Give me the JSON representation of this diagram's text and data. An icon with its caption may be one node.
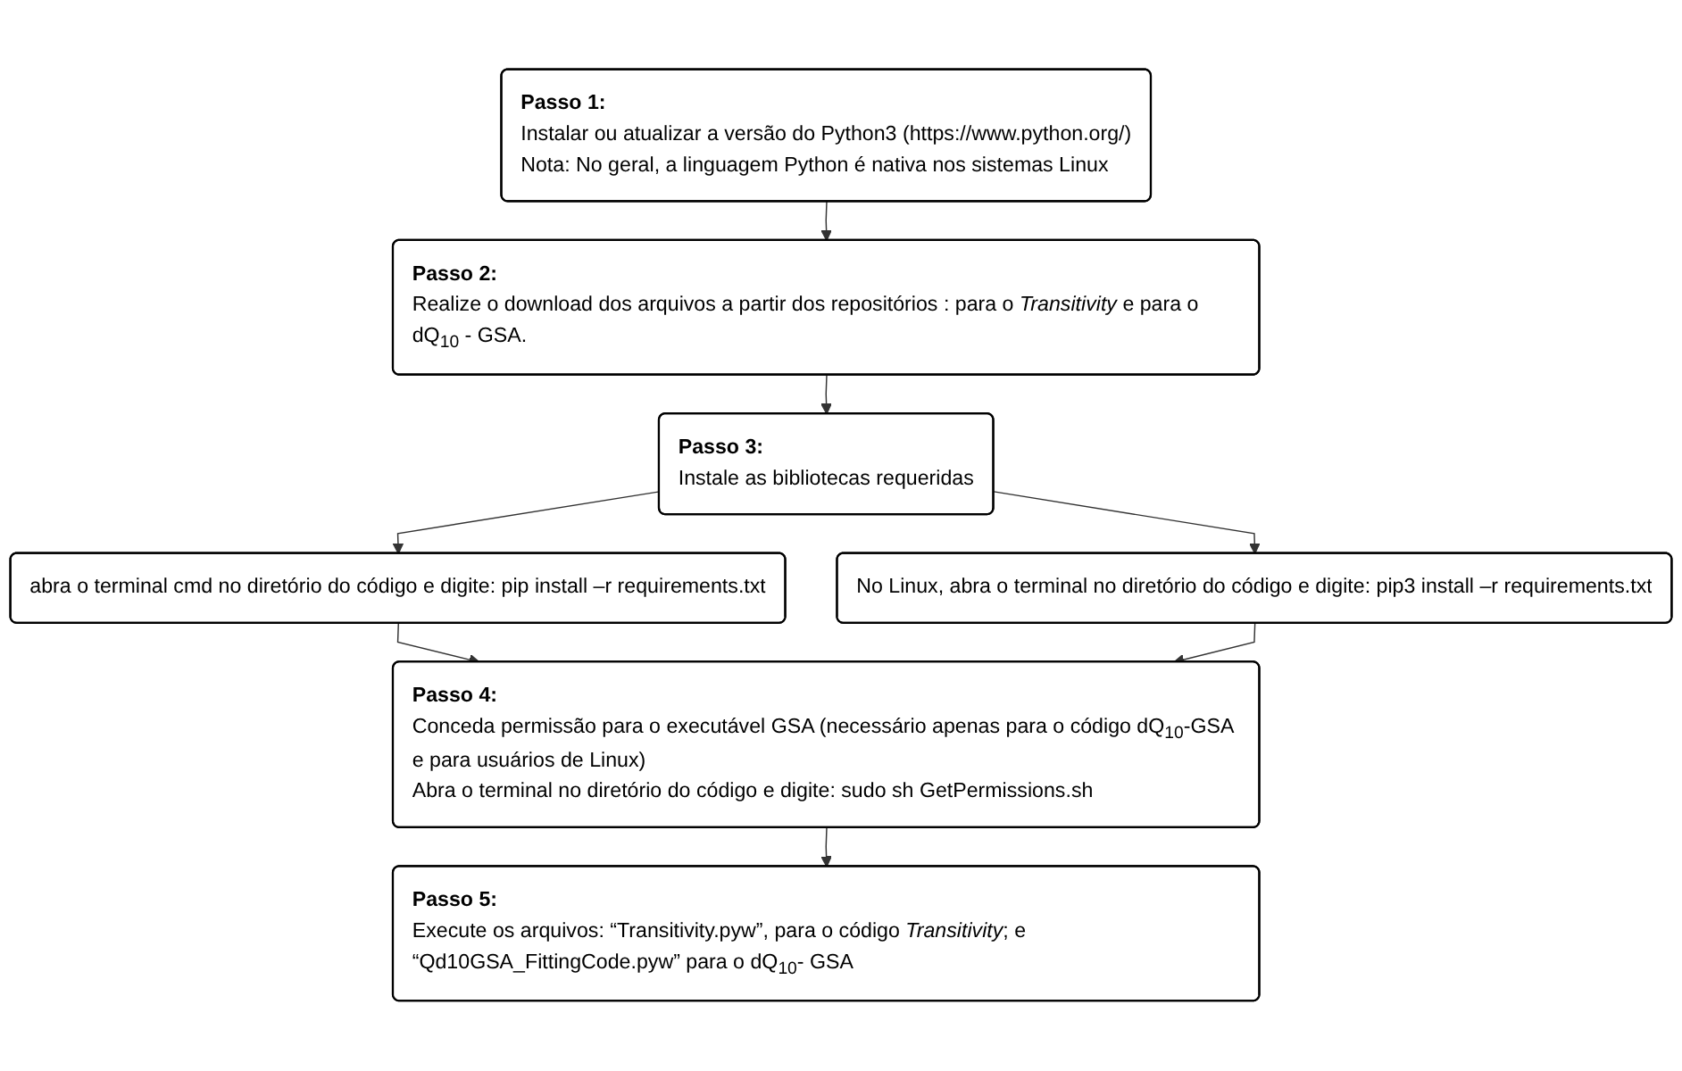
{
  "diagram": {
    "nodes": [
      {
        "text": [
          "Passo 1:",
          "Instalar ou atualizar a versão do Python3 (https://www.python.org/)",
          "Nota: No geral, a linguagem Python é nativa nos sistemas Linux"
        ]
      },
      {
        "text": [
          "Passo 2:",
          "Realize o download dos arquivos a partir dos repositórios : para o *Transitivity* e para o dQ$_{10}$ - GSA."
        ]
      },
      {
        "text": [
          "Passo 3:",
          "Instale as bibliotecas requeridas"
        ]
      },
      {
        "text": [
          "abra o terminal cmd no diretório do código e digite: pip install –r requirements.txt"
        ]
      },
      {
        "text": [
          "No Linux, abra o terminal no diretório do código e digite: pip3 install –r requirements.txt"
        ]
      },
      {
        "text": [
          "Passo 4:",
          "Conceda permissão para o executável GSA (necessário apenas para o código dQ$_{10}$-GSA e para usuários de Linux)",
          "Abra o terminal no diretório do código e digite: sudo sh GetPermissions.sh"
        ]
      },
      {
        "text": [
          "Passo 5:",
          "Execute os arquivos: “Transitivity.pyw”, para o código *Transitivity*; e “Qd10GSA_FittingCode.pyw” para o dQ$_{10}$- GSA"
        ]
      }
    ],
    "edges": [
      {
        "from": 0,
        "to": 1,
        "arrow": "to"
      },
      {
        "from": 1,
        "to": 2,
        "arrow": "to"
      },
      {
        "from": 2,
        "to": 3,
        "arrow": "to"
      },
      {
        "from": 2,
        "to": 4,
        "arrow": "to"
      },
      {
        "from": 3,
        "to": 5,
        "arrow": "to"
      },
      {
        "from": 4,
        "to": 5,
        "arrow": "to"
      },
      {
        "from": 5,
        "to": 6,
        "arrow": "to"
      }
    ]
  }
}
